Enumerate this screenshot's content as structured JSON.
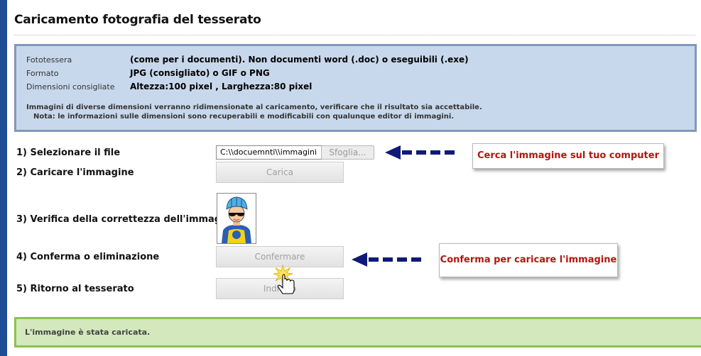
{
  "page": {
    "title": "Caricamento fotografia del tesserato"
  },
  "info": {
    "rows": [
      {
        "label": "Fototessera",
        "value": "(come per i documenti). Non documenti word (.doc) o eseguibili (.exe)"
      },
      {
        "label": "Formato",
        "value": "JPG (consigliato) o GIF o PNG"
      },
      {
        "label": "Dimensioni consigliate",
        "value": "Altezza:100 pixel , Larghezza:80 pixel"
      }
    ],
    "note1": "Immagini di diverse dimensioni verranno ridimensionate al caricamento, verificare che il risultato sia accettabile.",
    "note2": "Nota: le informazioni sulle dimensioni sono recuperabili e modificabili con qualunque editor di immagini."
  },
  "steps": {
    "step1": "1) Selezionare il file",
    "step2": "2) Caricare l'immagine",
    "step3": "3) Verifica della correttezza dell'immagine",
    "step4": "4) Conferma o eliminazione",
    "step5": "5) Ritorno al tesserato"
  },
  "controls": {
    "file_value": "C:\\\\docuemnti\\\\immagini",
    "browse_label": "Sfoglia...",
    "upload_label": "Carica",
    "confirm_label": "Confermare",
    "back_label": "Indietro"
  },
  "callouts": {
    "browse_hint": "Cerca l'immagine sul tuo computer",
    "confirm_hint": "Conferma per caricare l'immagine"
  },
  "status": {
    "message": "L'immagine è stata caricata."
  },
  "colors": {
    "accent_blue": "#1f4e96",
    "info_bg": "#c8d8ec",
    "success_bg": "#d4e8bd",
    "success_border": "#8cc34a",
    "callout_text": "#b3150f"
  }
}
